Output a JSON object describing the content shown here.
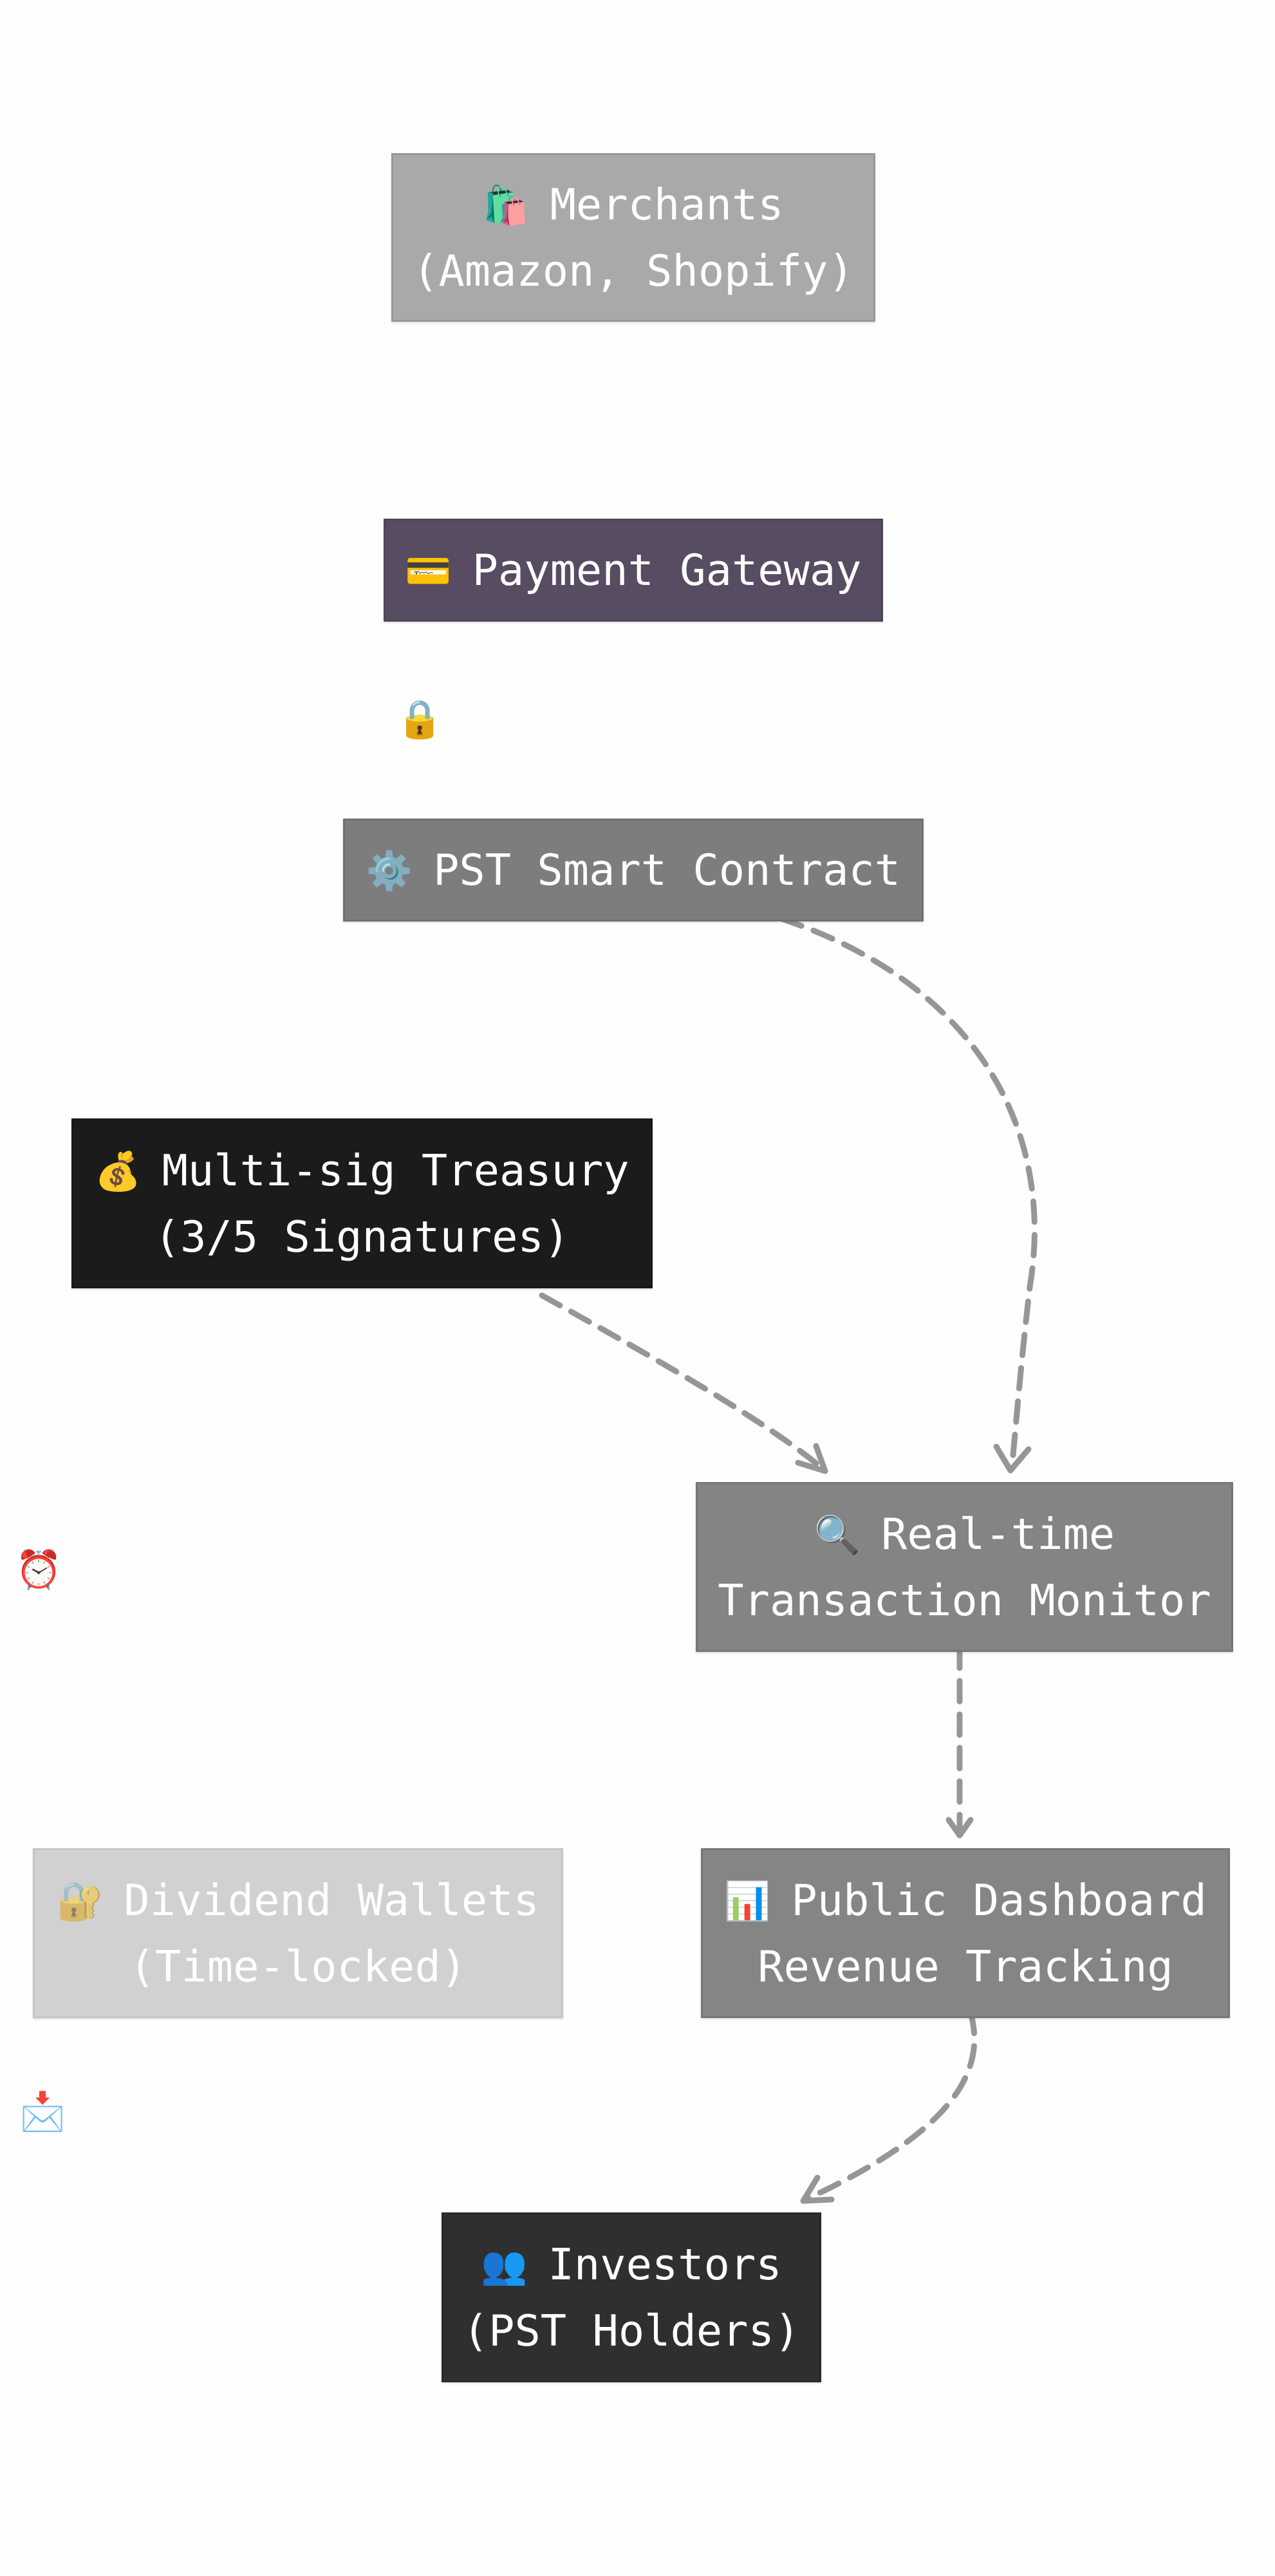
{
  "nodes": {
    "merchants": {
      "icon": "🛍️",
      "lines": [
        "Merchants",
        "(Amazon, Shopify)"
      ],
      "color": "#a9a9a9"
    },
    "gateway": {
      "icon": "💳",
      "lines": [
        "Payment Gateway"
      ],
      "color": "#574c62"
    },
    "contract": {
      "icon": "⚙️",
      "lines": [
        "PST Smart Contract"
      ],
      "color": "#7d7d7d"
    },
    "treasury": {
      "icon": "💰",
      "lines": [
        "Multi-sig Treasury",
        "(3/5 Signatures)"
      ],
      "color": "#1b1b1b"
    },
    "monitor": {
      "icon": "🔍",
      "lines": [
        "Real-time",
        "Transaction Monitor"
      ],
      "color": "#848484"
    },
    "dividend": {
      "icon": "🔐",
      "lines": [
        "Dividend Wallets",
        "(Time-locked)"
      ],
      "color": "#d1d1d1"
    },
    "dashboard": {
      "icon": "📊",
      "lines": [
        "Public Dashboard",
        "Revenue Tracking"
      ],
      "color": "#858585"
    },
    "investors": {
      "icon": "👥",
      "lines": [
        "Investors",
        "(PST Holders)"
      ],
      "color": "#2f2f2f"
    }
  },
  "floating_icons": {
    "lock": "🔒",
    "alarm_clock": "⏰",
    "incoming_envelope": "📩"
  },
  "edge_color": "#969696"
}
